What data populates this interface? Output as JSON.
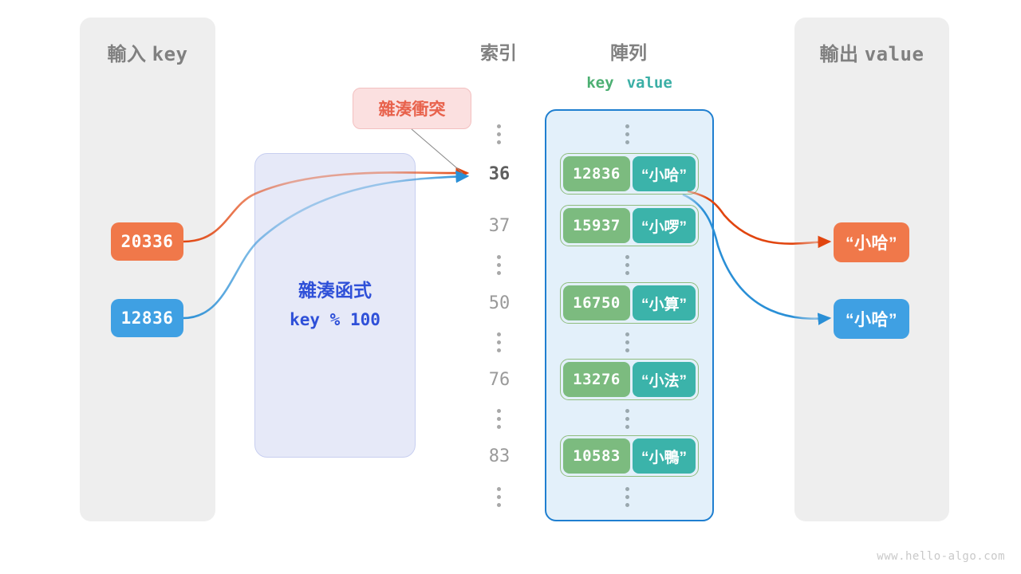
{
  "panels": {
    "input": {
      "label_cjk": "輸入",
      "label_mono": "key"
    },
    "output": {
      "label_cjk": "輸出",
      "label_mono": "value"
    }
  },
  "headings": {
    "index": "索引",
    "array": "陣列",
    "array_sub_key": "key",
    "array_sub_value": "value"
  },
  "collision": {
    "label": "雜湊衝突"
  },
  "hash_function": {
    "title": "雜湊函式",
    "formula": "key % 100"
  },
  "inputs": [
    {
      "value": "20336",
      "color": "#f0784a"
    },
    {
      "value": "12836",
      "color": "#3fa0e3"
    }
  ],
  "outputs": [
    {
      "value": "“小哈”",
      "color": "#f0784a"
    },
    {
      "value": "“小哈”",
      "color": "#3fa0e3"
    }
  ],
  "indices": [
    "36",
    "37",
    "50",
    "76",
    "83"
  ],
  "active_index": "36",
  "rows": [
    {
      "index": "36",
      "key": "12836",
      "value": "“小哈”"
    },
    {
      "index": "37",
      "key": "15937",
      "value": "“小啰”"
    },
    {
      "index": "50",
      "key": "16750",
      "value": "“小算”"
    },
    {
      "index": "76",
      "key": "13276",
      "value": "“小法”"
    },
    {
      "index": "83",
      "key": "10583",
      "value": "“小鴨”"
    }
  ],
  "colors": {
    "panel_bg": "#eeeeee",
    "array_bg": "#e3f0fa",
    "array_border": "#1f7fd0",
    "cell_key": "#7cbb7f",
    "cell_value": "#3bb3aa",
    "row_border": "#8fbd7e",
    "hash_bg": "#e6e9f8",
    "hash_text": "#2f50d8",
    "collision_bg": "#fbe0e0",
    "collision_text": "#e8624c",
    "orange": "#f0784a",
    "blue": "#3fa0e3",
    "label_gray": "#808080"
  },
  "watermark": "www.hello-algo.com"
}
